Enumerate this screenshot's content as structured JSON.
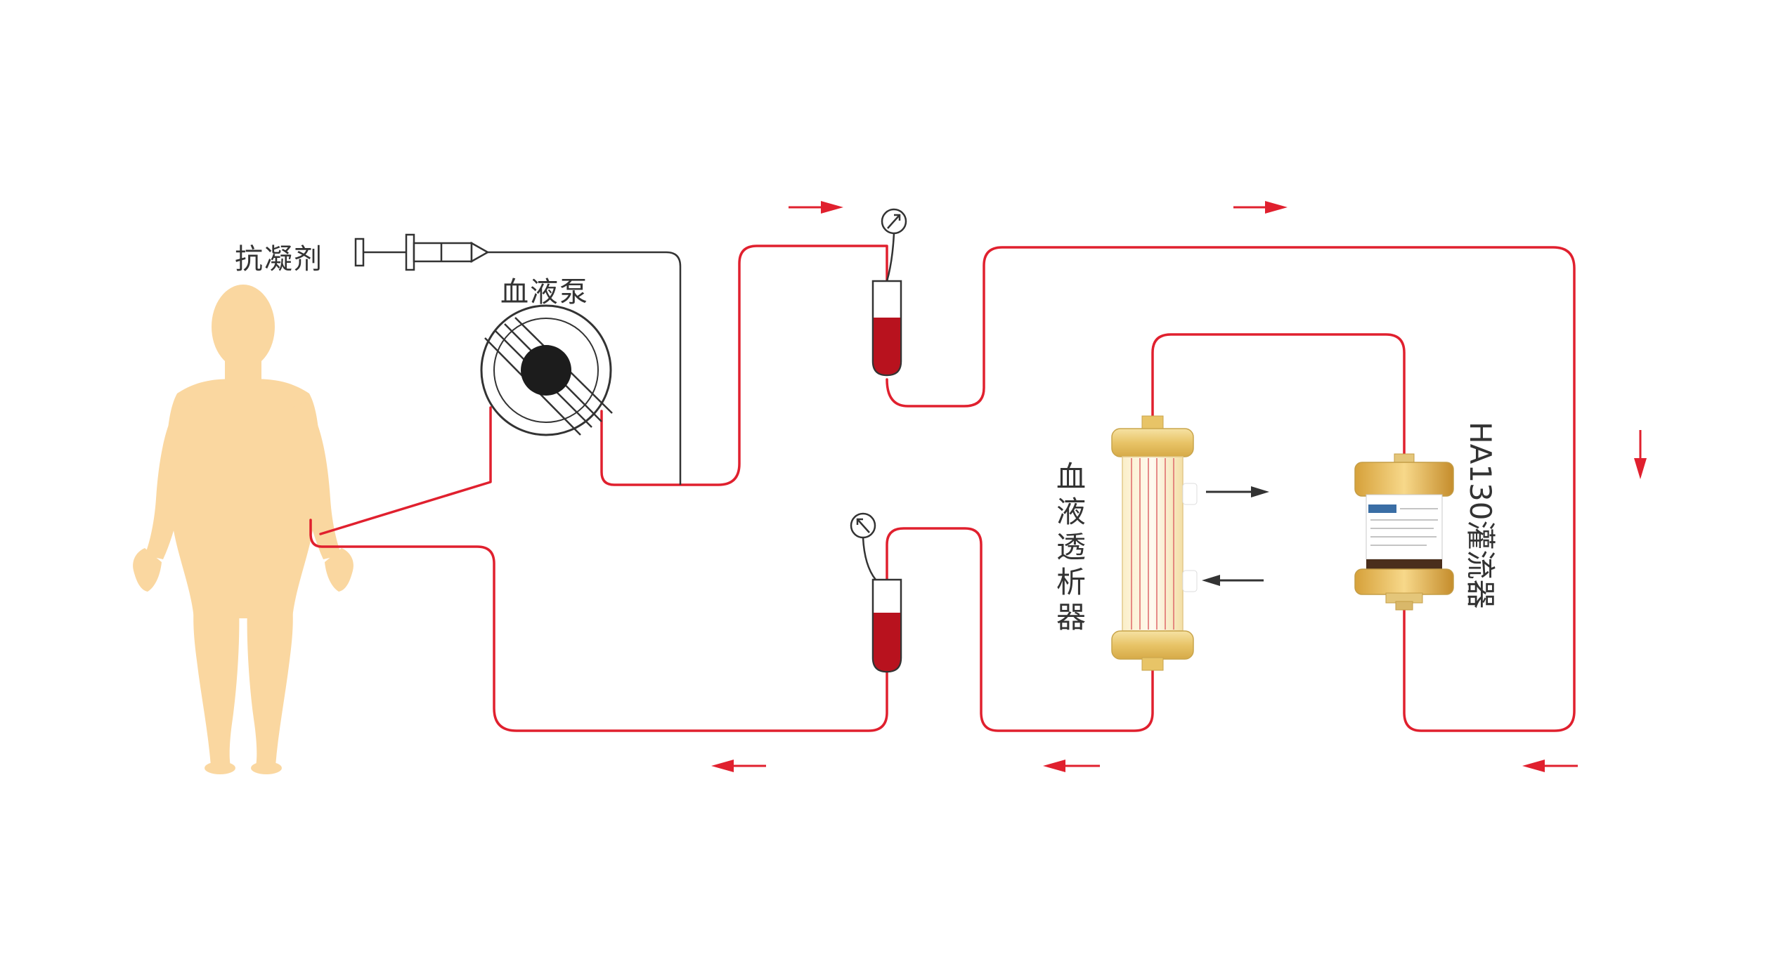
{
  "labels": {
    "anticoagulant": "抗凝剂",
    "blood_pump": "血液泵",
    "dialyzer": "血液透析器",
    "perfusion_device": "HA130灌流器"
  },
  "colors": {
    "blood_line": "#e0202e",
    "skin": "#fad7a0",
    "blood_fill": "#b8121e",
    "arrow_black": "#333333"
  }
}
